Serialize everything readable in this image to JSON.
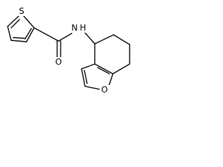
{
  "molecule": {
    "atoms": {
      "sulfur": "S",
      "amide_nitrogen": "N",
      "amide_hydrogen": "H",
      "carbonyl_oxygen": "O",
      "furan_oxygen": "O"
    }
  }
}
